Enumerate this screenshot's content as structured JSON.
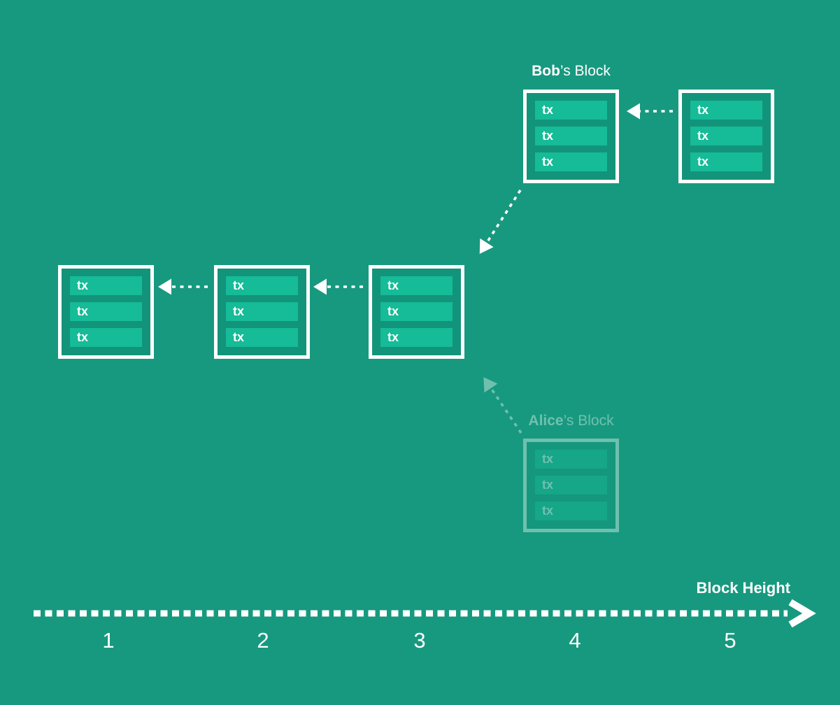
{
  "diagram": {
    "type": "blockchain-fork-diagram",
    "tx_label": "tx",
    "bob_block_title": {
      "name": "Bob",
      "suffix": "’s Block"
    },
    "alice_block_title": {
      "name": "Alice",
      "suffix": "’s Block"
    },
    "axis": {
      "label": "Block Height",
      "ticks": [
        "1",
        "2",
        "3",
        "4",
        "5"
      ]
    },
    "blocks": [
      {
        "id": "block-1",
        "block_height": 1,
        "tx_count": 3,
        "faded": false,
        "title": ""
      },
      {
        "id": "block-2",
        "block_height": 2,
        "tx_count": 3,
        "faded": false,
        "title": ""
      },
      {
        "id": "block-3",
        "block_height": 3,
        "tx_count": 3,
        "faded": false,
        "title": ""
      },
      {
        "id": "bob-block",
        "block_height": 4,
        "tx_count": 3,
        "faded": false,
        "title": "Bob’s Block"
      },
      {
        "id": "block-5",
        "block_height": 5,
        "tx_count": 3,
        "faded": false,
        "title": ""
      },
      {
        "id": "alice-block",
        "block_height": 4,
        "tx_count": 3,
        "faded": true,
        "title": "Alice’s Block"
      }
    ],
    "arrows": [
      {
        "from": "block-2",
        "to": "block-1",
        "style": "dashed",
        "faded": false
      },
      {
        "from": "block-3",
        "to": "block-2",
        "style": "dashed",
        "faded": false
      },
      {
        "from": "block-5",
        "to": "bob-block",
        "style": "dashed",
        "faded": false
      },
      {
        "from": "bob-block",
        "to": "block-3",
        "style": "dashed",
        "faded": false
      },
      {
        "from": "alice-block",
        "to": "block-3",
        "style": "dashed",
        "faded": true
      }
    ],
    "colors": {
      "background": "#17997F",
      "block_interior": "#12947B",
      "tx_row": "#16BB97",
      "block_border": "#FFFFFF",
      "text": "#FFFFFF"
    }
  }
}
